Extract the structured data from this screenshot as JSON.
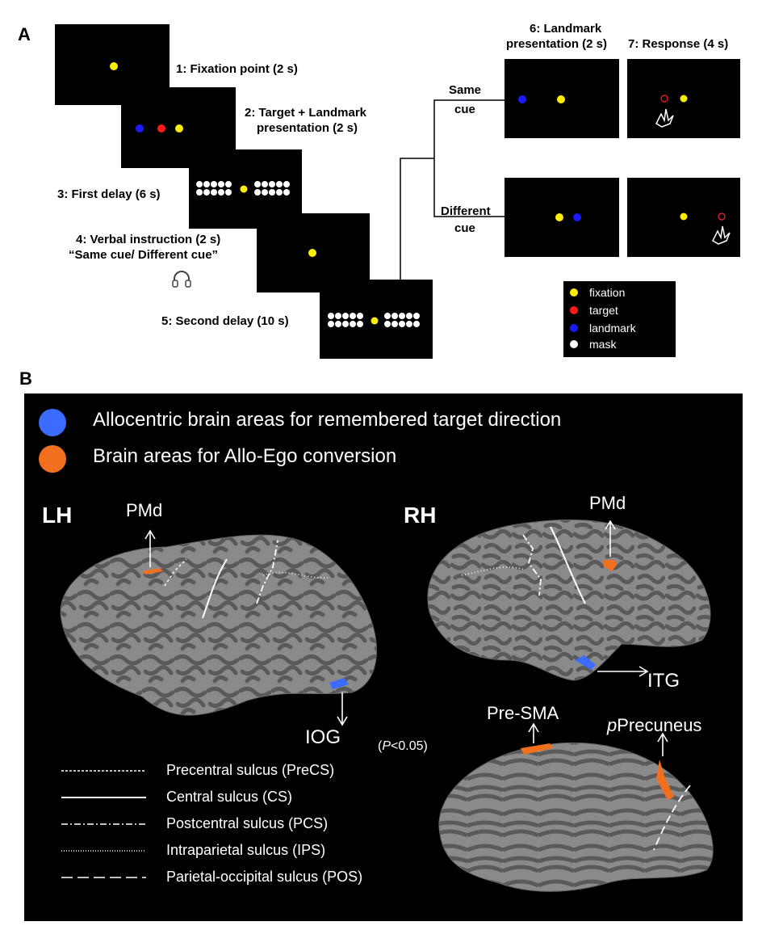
{
  "panel_a": {
    "letter": "A",
    "steps": {
      "s1": "1: Fixation point (2 s)",
      "s2_l1": "2: Target  + Landmark",
      "s2_l2": "presentation (2 s)",
      "s3": "3: First delay (6 s)",
      "s4_l1": "4: Verbal instruction (2 s)",
      "s4_l2": "“Same cue/ Different cue”",
      "s5": "5: Second delay (10 s)",
      "s6_l1": "6: Landmark",
      "s6_l2": "presentation (2 s)",
      "s7": "7: Response  (4 s)"
    },
    "branches": {
      "same_l1": "Same",
      "same_l2": "cue",
      "diff_l1": "Different",
      "diff_l2": "cue"
    },
    "legend": [
      {
        "label": "fixation",
        "color": "#ffee00"
      },
      {
        "label": "target",
        "color": "#ff1a1a"
      },
      {
        "label": "landmark",
        "color": "#1a1aff"
      },
      {
        "label": "mask",
        "color": "#ffffff"
      }
    ]
  },
  "panel_b": {
    "letter": "B",
    "legend": [
      {
        "label": "Allocentric brain areas for remembered target direction",
        "color": "#3b6bff"
      },
      {
        "label": "Brain areas for Allo-Ego conversion",
        "color": "#f07020"
      }
    ],
    "hemispheres": {
      "left": "LH",
      "right": "RH"
    },
    "regions": {
      "pmd_left": "PMd",
      "pmd_right": "PMd",
      "iog": "IOG",
      "itg": "ITG",
      "presma": "Pre-SMA",
      "precuneus_prefix": "p",
      "precuneus_rest": "Precuneus"
    },
    "threshold_open": "(",
    "threshold_p": "P",
    "threshold_rest": "<0.05)",
    "sulci": [
      {
        "label": "Precentral sulcus (PreCS)",
        "style": "short-dash"
      },
      {
        "label": "Central sulcus (CS)",
        "style": "solid"
      },
      {
        "label": "Postcentral sulcus (PCS)",
        "style": "dash-dot"
      },
      {
        "label": "Intraparietal sulcus (IPS)",
        "style": "dotted"
      },
      {
        "label": "Parietal-occipital sulcus (POS)",
        "style": "long-dash"
      }
    ]
  }
}
